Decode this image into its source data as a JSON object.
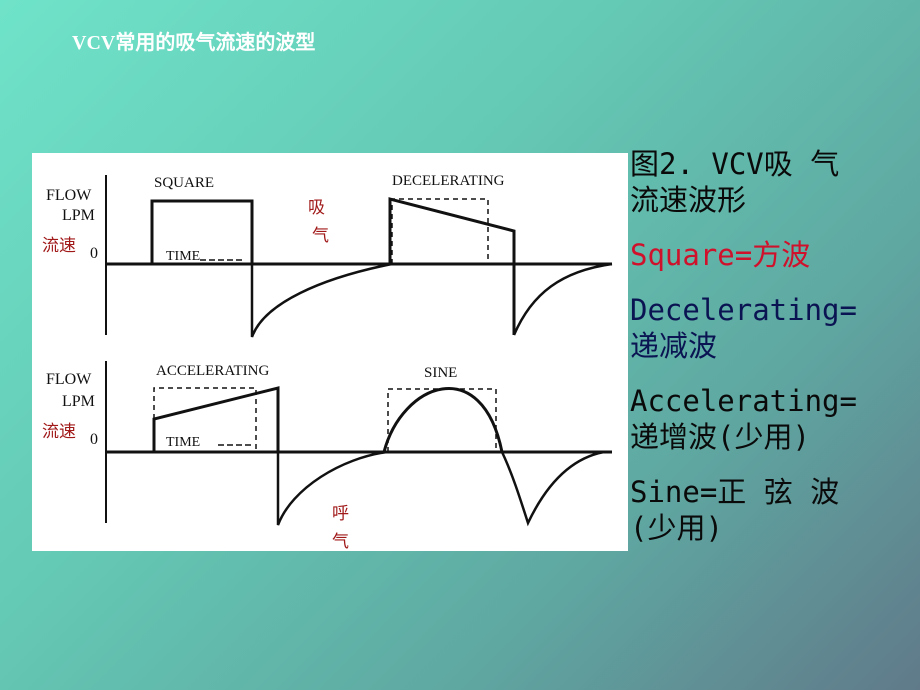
{
  "slide": {
    "title": "VCV常用的吸气流速的波型"
  },
  "diagram": {
    "top_panel": {
      "flow_label": "FLOW",
      "unit_label": "LPM",
      "flow_cn_label": "流速",
      "zero_label": "0",
      "time_label": "TIME",
      "waveform_1": "SQUARE",
      "waveform_2": "DECELERATING",
      "phase_label_line1": "吸",
      "phase_label_line2": "气"
    },
    "bottom_panel": {
      "flow_label": "FLOW",
      "unit_label": "LPM",
      "flow_cn_label": "流速",
      "zero_label": "0",
      "time_label": "TIME",
      "waveform_1": "ACCELERATING",
      "waveform_2": "SINE",
      "phase_label_line1": "呼",
      "phase_label_line2": "气"
    }
  },
  "notes": {
    "caption_line1": "图2.  VCV吸 气",
    "caption_line2": "流速波形",
    "square": "Square=方波",
    "decel_line1": "Decelerating=",
    "decel_line2": "递减波",
    "accel_line1": "Accelerating=",
    "accel_line2": "递增波(少用)",
    "sine_line1": "Sine=正 弦 波",
    "sine_line2": "(少用)"
  },
  "colors": {
    "background_start": "#6fe3c9",
    "background_end": "#607a8a",
    "red_text": "#d0112b",
    "navy_text": "#0b1452",
    "label_red": "#a01818"
  }
}
